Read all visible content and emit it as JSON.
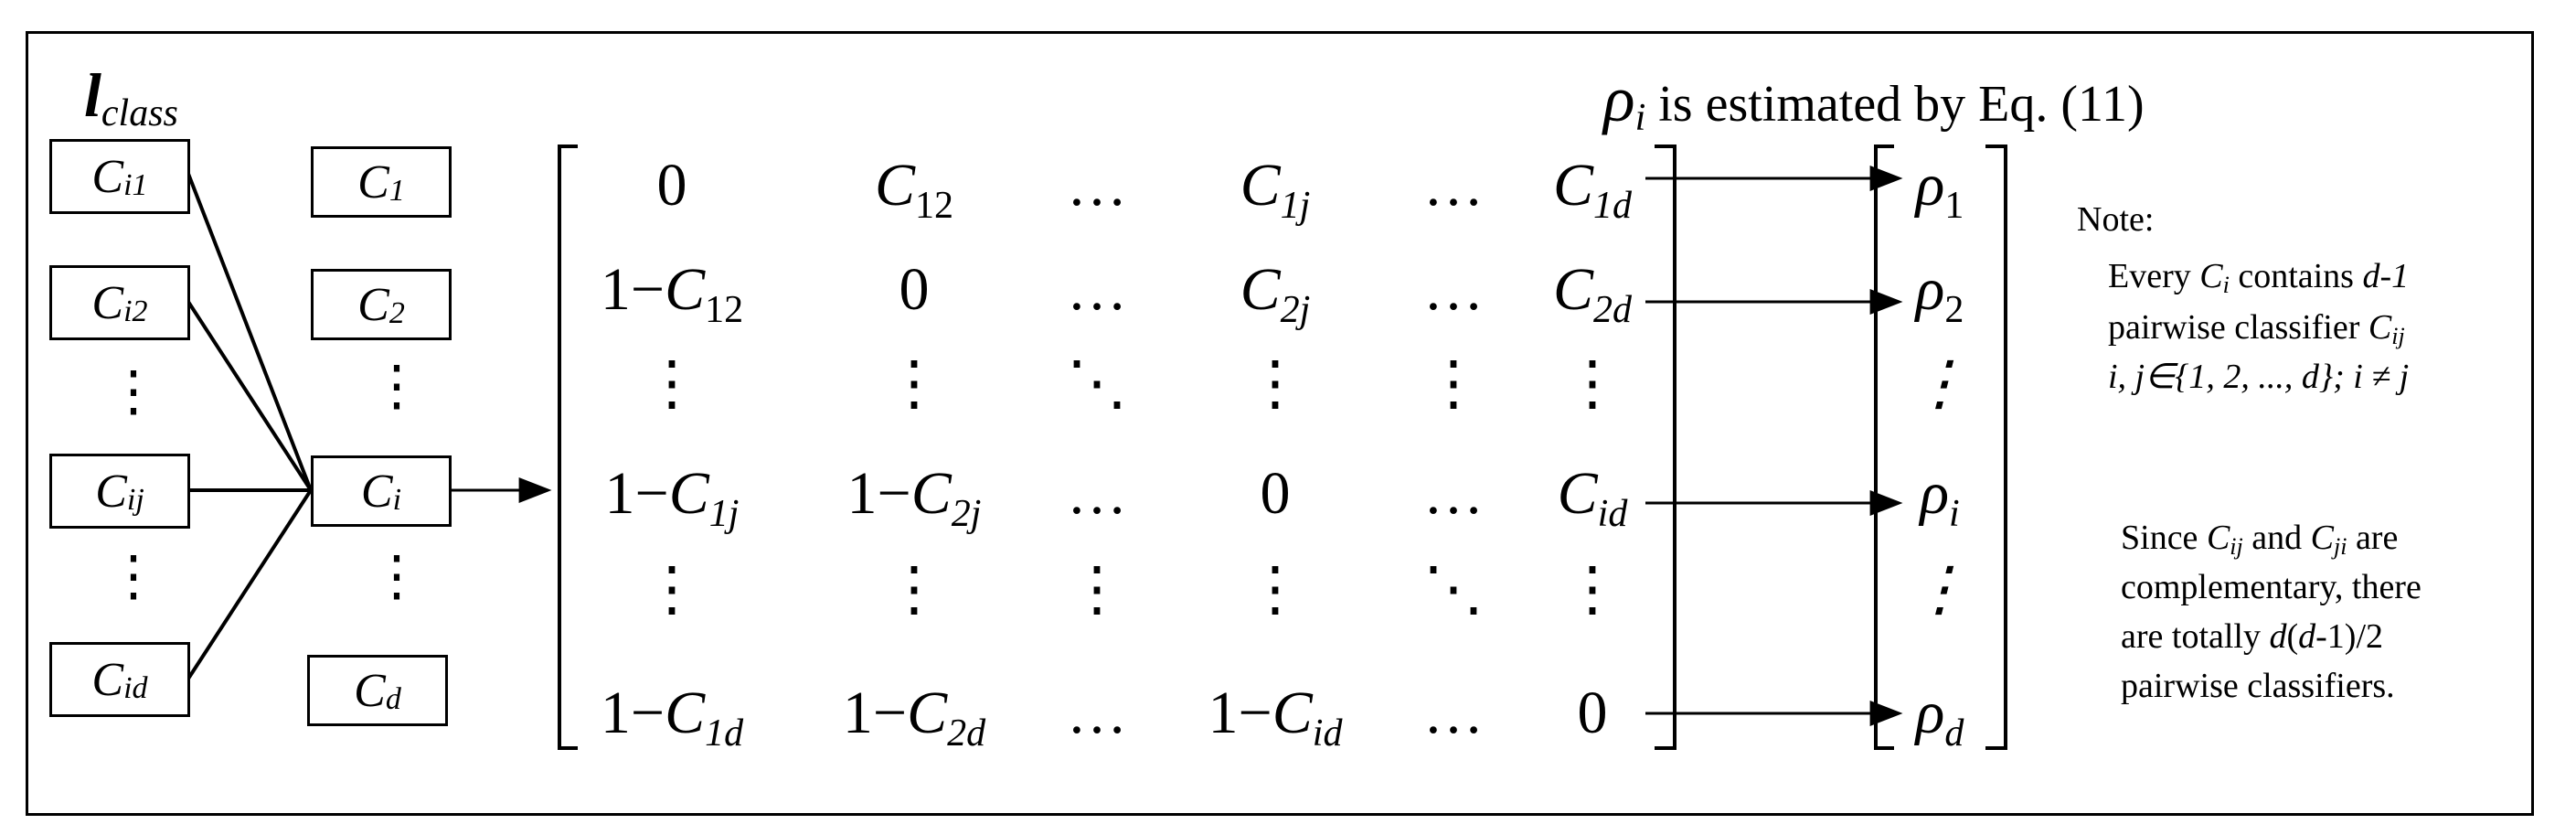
{
  "diagram": {
    "lclass_symbol": "l",
    "lclass_subscript": "class",
    "rho_heading_symbol": "ρ",
    "rho_heading_subscript": "i",
    "rho_heading_text": " is estimated by Eq. (11)",
    "class_boxes": [
      {
        "symbol": "C",
        "sub": "i1"
      },
      {
        "symbol": "C",
        "sub": "i2"
      },
      {
        "symbol": "C",
        "sub": "ij"
      },
      {
        "symbol": "C",
        "sub": "id"
      }
    ],
    "left_dots": "⋮",
    "classifier_boxes": [
      {
        "symbol": "C",
        "sub": "1"
      },
      {
        "symbol": "C",
        "sub": "2"
      },
      {
        "symbol": "C",
        "sub": "i"
      },
      {
        "symbol": "C",
        "sub": "d"
      }
    ],
    "matrix": {
      "rows": [
        [
          "0",
          "C_{12}",
          "…",
          "C_{1j}",
          "…",
          "C_{1d}"
        ],
        [
          "1−C_{12}",
          "0",
          "…",
          "C_{2j}",
          "…",
          "C_{2d}"
        ],
        [
          "⋮",
          "⋮",
          "⋱",
          "⋮",
          "⋮",
          "⋮"
        ],
        [
          "1−C_{1j}",
          "1−C_{2j}",
          "…",
          "0",
          "…",
          "C_{id}"
        ],
        [
          "⋮",
          "⋮",
          "⋮",
          "⋮",
          "⋱",
          "⋮"
        ],
        [
          "1−C_{1d}",
          "1−C_{2d}",
          "…",
          "1−C_{id}",
          "…",
          "0"
        ]
      ]
    },
    "rho_vector": [
      {
        "symbol": "ρ",
        "sub": "1"
      },
      {
        "symbol": "ρ",
        "sub": "2"
      },
      {
        "symbol": "⋮",
        "sub": ""
      },
      {
        "symbol": "ρ",
        "sub": "i"
      },
      {
        "symbol": "⋮",
        "sub": ""
      },
      {
        "symbol": "ρ",
        "sub": "d"
      }
    ],
    "note": {
      "title": "Note:",
      "line1_a": "Every ",
      "line1_sym": "C",
      "line1_sub": "i",
      "line1_b": "  contains ",
      "line1_c": "d-1",
      "line2_a": "pairwise classifier ",
      "line2_sym": "C",
      "line2_sub": "ij",
      "line3": "i, j∈{1, 2, ..., d}; i ≠ j",
      "p2_line1_a": "Since ",
      "p2_line1_sym1": "C",
      "p2_line1_sub1": "ij",
      "p2_line1_b": " and ",
      "p2_line1_sym2": "C",
      "p2_line1_sub2": "ji",
      "p2_line1_c": " are",
      "p2_line2": "complementary, there",
      "p2_line3_a": "are totally ",
      "p2_line3_b": "d",
      "p2_line3_c": "(",
      "p2_line3_d": "d",
      "p2_line3_e": "-1)/2",
      "p2_line4": "pairwise classifiers."
    }
  }
}
